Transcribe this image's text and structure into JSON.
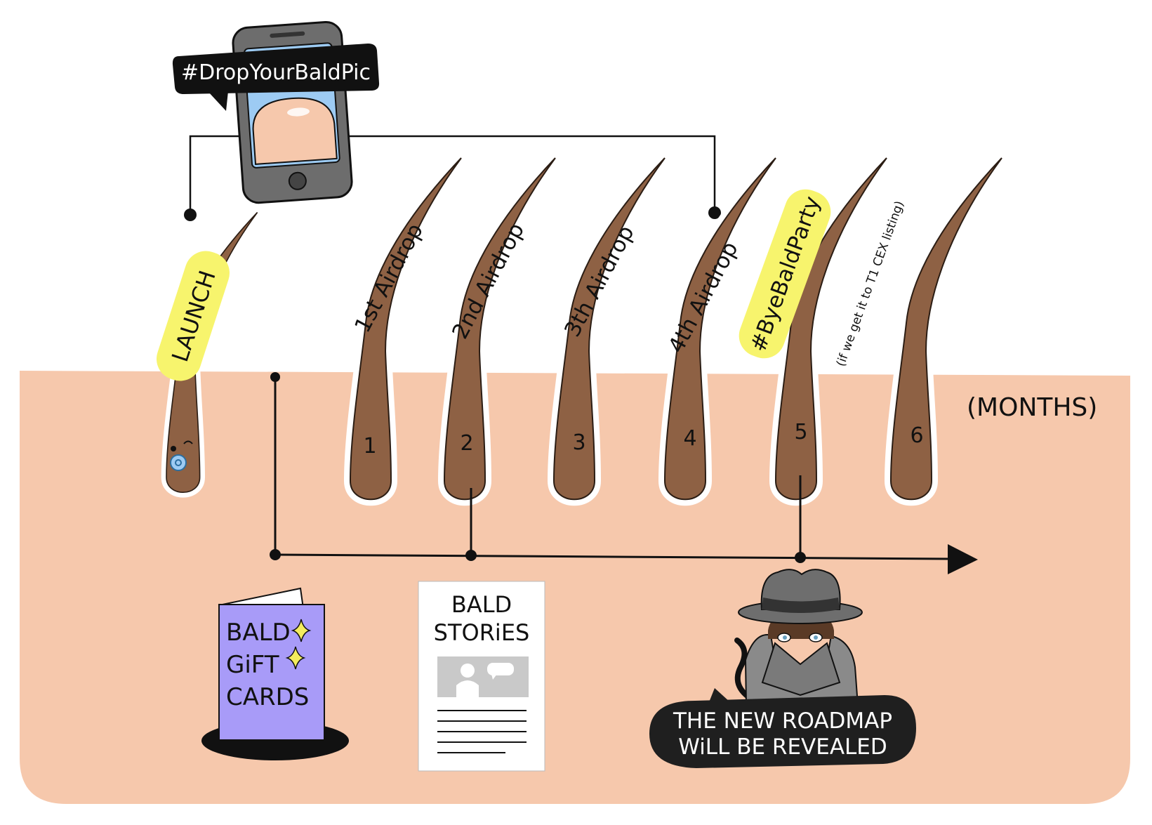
{
  "colors": {
    "skin": "#F6C8AC",
    "hair": "#8E6144",
    "hair_outline": "#2b1d14",
    "ink": "#111111",
    "highlight": "#F7F46D",
    "card": "#A89BF8",
    "phone_body": "#6D6D6D",
    "phone_screen": "#9DCBF3",
    "sparkle": "#F4EC5E"
  },
  "social": {
    "hashtag": "#DropYourBaldPic"
  },
  "launch": {
    "label": "LAUNCH"
  },
  "airdrops": [
    {
      "label": "1st Airdrop",
      "month": "1"
    },
    {
      "label": "2nd Airdrop",
      "month": "2"
    },
    {
      "label": "3th Airdrop",
      "month": "3"
    },
    {
      "label": "4th Airdrop",
      "month": "4"
    }
  ],
  "party": {
    "label": "#ByeBaldParty",
    "note": "(if we get it to T1 CEX listing)",
    "month": "5"
  },
  "final_month": "6",
  "axis_unit": "(MONTHS)",
  "gift_cards": {
    "line1": "BALD",
    "line2": "GiFT",
    "line3": "CARDS"
  },
  "stories": {
    "line1": "BALD",
    "line2": "STORiES"
  },
  "reveal": {
    "line1": "THE NEW ROADMAP",
    "line2": "WiLL BE REVEALED"
  }
}
